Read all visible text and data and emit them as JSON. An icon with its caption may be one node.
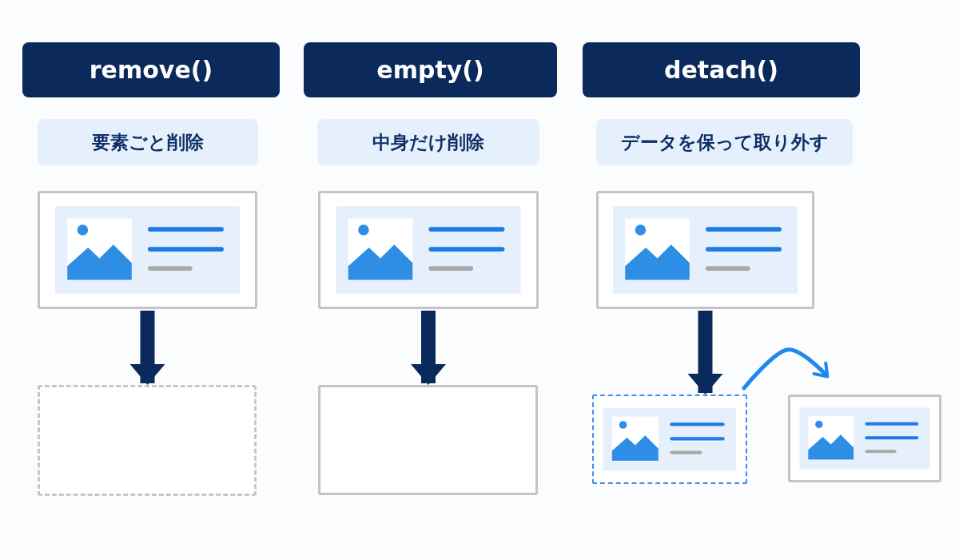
{
  "diagram": {
    "nodes": [
      {
        "text": [
          "remove()"
        ]
      },
      {
        "text": [
          "要素ごと削除"
        ]
      },
      {
        "text": [],
        "shape": "picture"
      },
      {
        "text": [],
        "shape": "box"
      },
      {
        "text": [
          "empty()"
        ]
      },
      {
        "text": [
          "中身だけ削除"
        ]
      },
      {
        "text": [],
        "shape": "picture"
      },
      {
        "text": [],
        "shape": "box"
      },
      {
        "text": [
          "detach()"
        ]
      },
      {
        "text": [
          "データを保って取り外す"
        ]
      },
      {
        "text": [],
        "shape": "picture"
      },
      {
        "text": [],
        "shape": "picture"
      },
      {
        "text": [],
        "shape": "picture"
      }
    ],
    "edges": [
      {
        "from": 2,
        "to": 3,
        "arrow": "to"
      },
      {
        "from": 6,
        "to": 7,
        "arrow": "to"
      },
      {
        "from": 10,
        "to": 11,
        "arrow": "to"
      },
      {
        "from": 11,
        "to": 12,
        "arrow": "to",
        "color": "#1e88f0"
      }
    ]
  }
}
